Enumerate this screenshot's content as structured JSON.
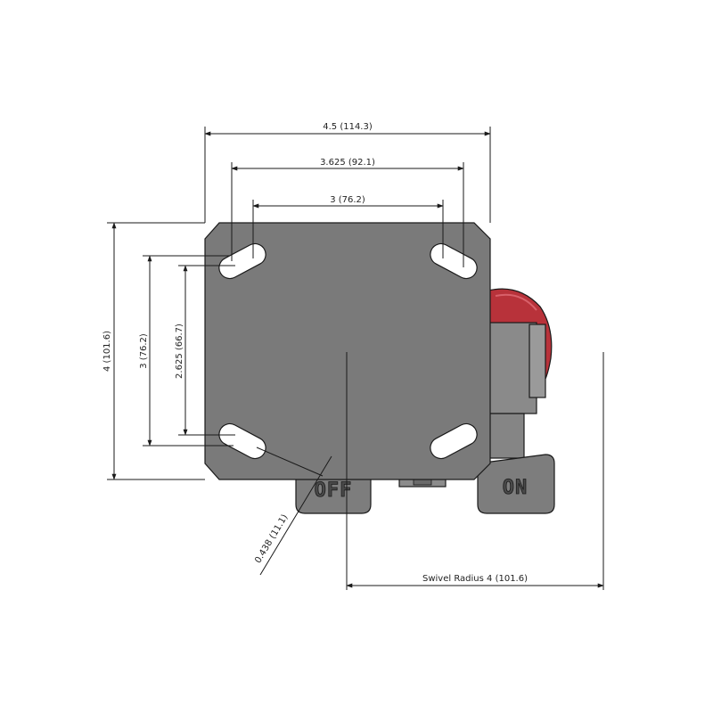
{
  "dimensions": {
    "overall_width": "4.5 (114.3)",
    "bolt_spacing_wide": "3.625 (92.1)",
    "bolt_spacing_narrow": "3 (76.2)",
    "overall_length": "4 (101.6)",
    "bolt_vertical_long": "3 (76.2)",
    "bolt_vertical_short": "2.625 (66.7)",
    "bolt_hole_size": "0.438 (11.1)",
    "swivel_radius": "Swivel Radius 4 (101.6)"
  },
  "pedals": {
    "off_label": "OFF",
    "on_label": "ON"
  },
  "colors": {
    "plate": "#7a7a7a",
    "plate_dark": "#6e6e6e",
    "wheel_red": "#b8323a",
    "pedal": "#7d7d7d"
  }
}
